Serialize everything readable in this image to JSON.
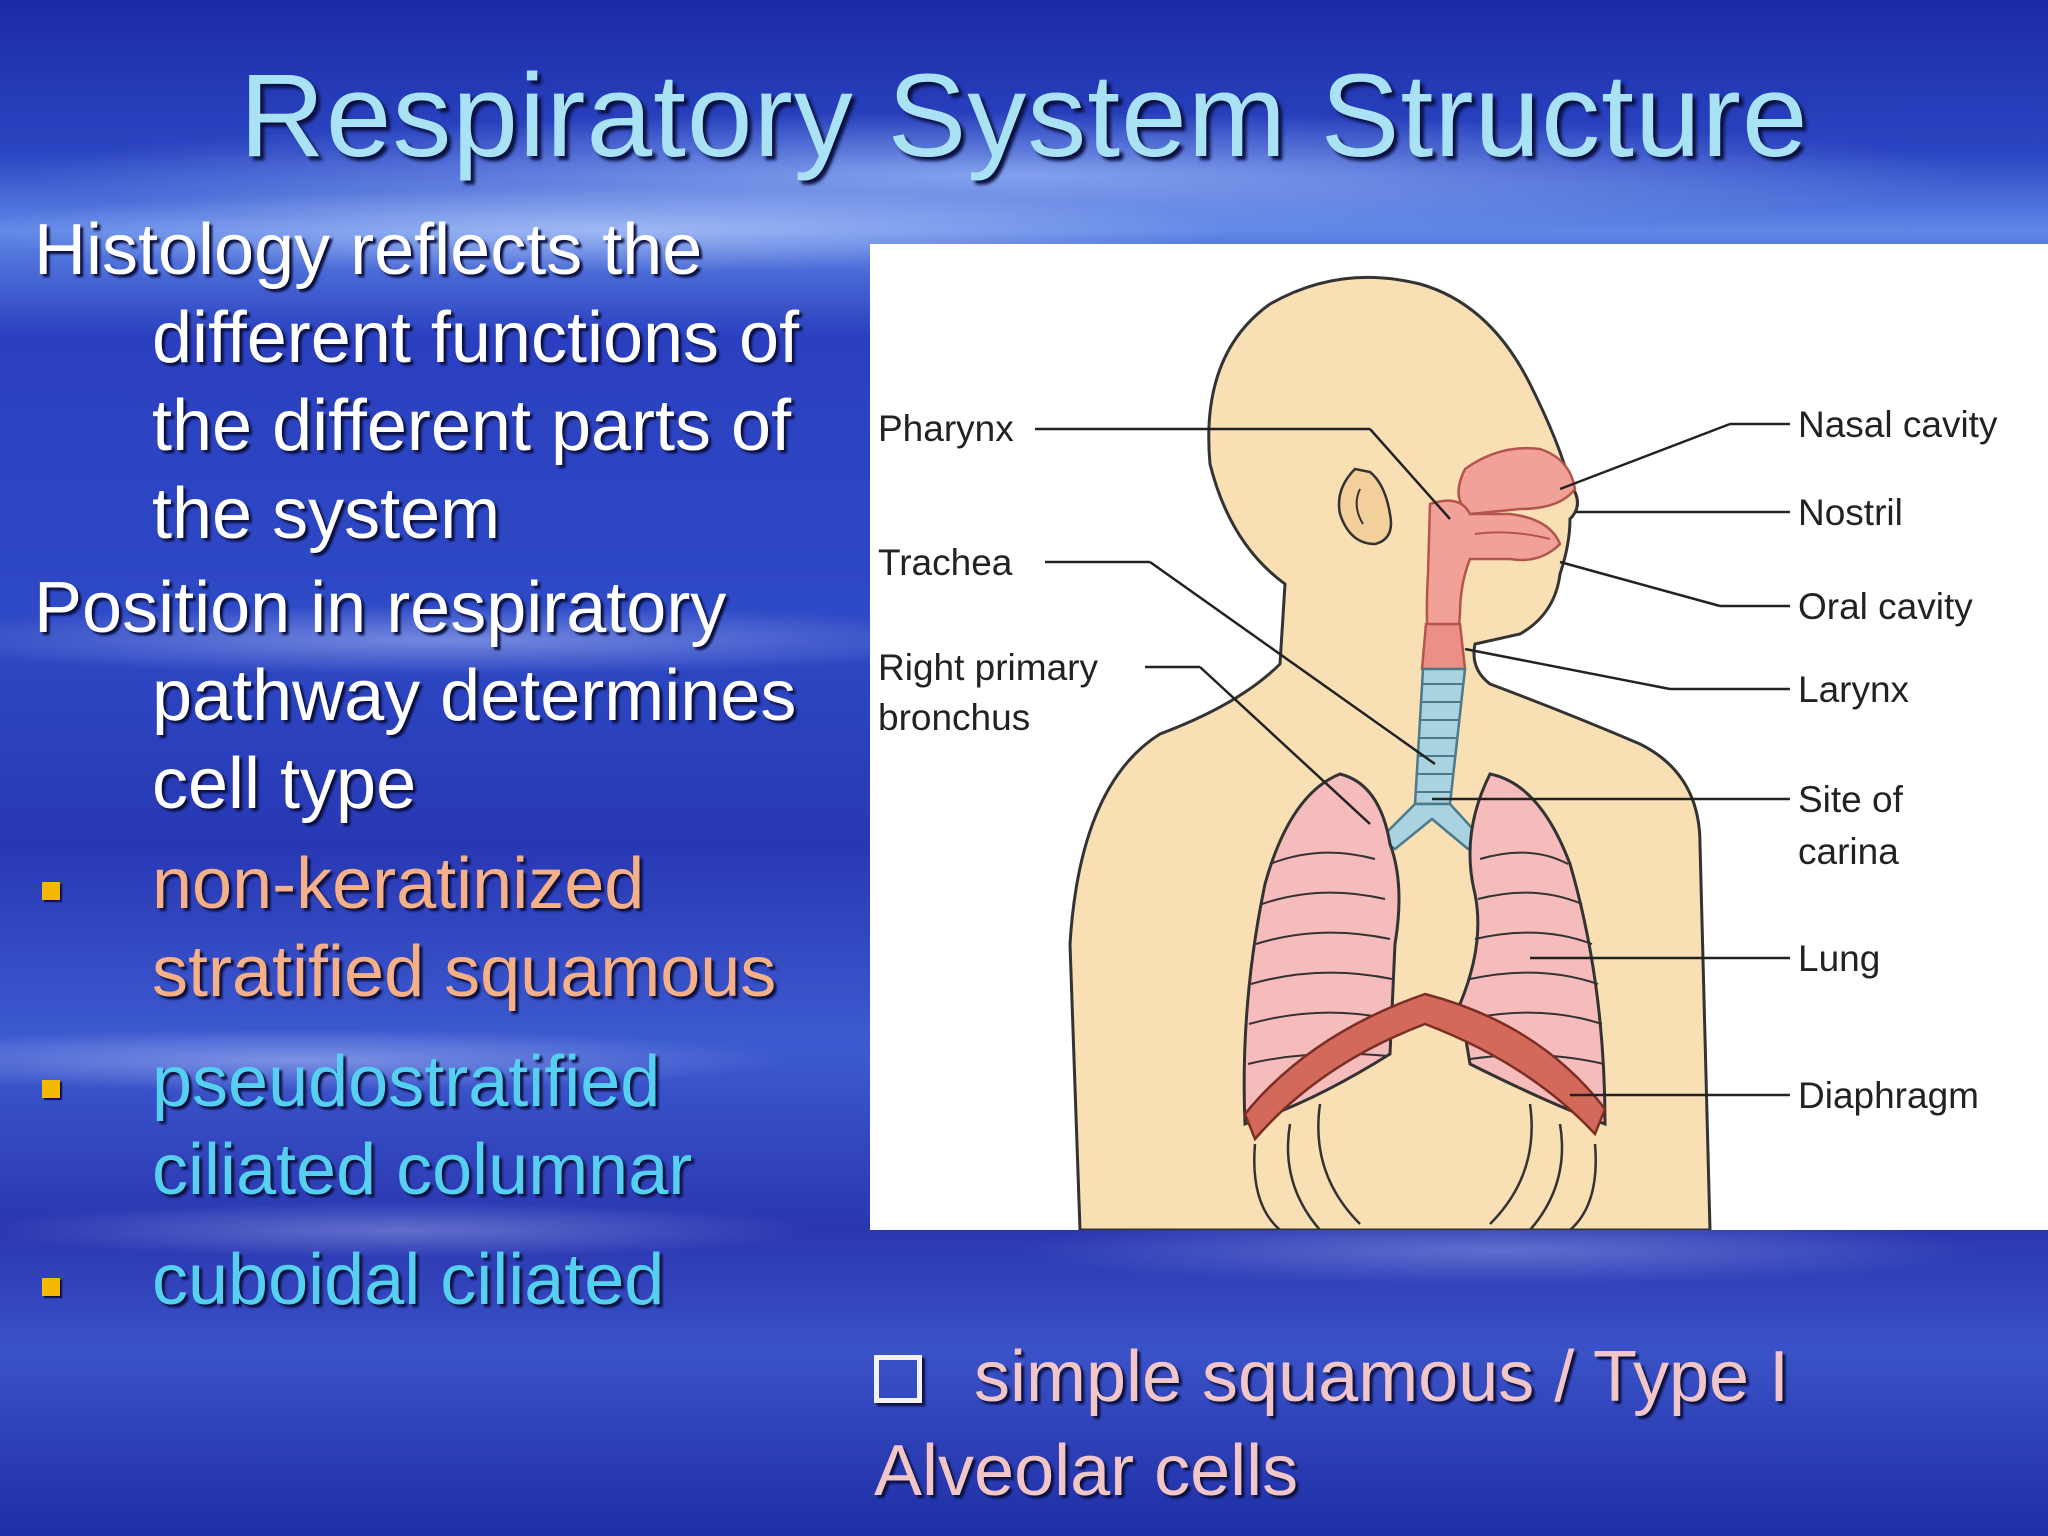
{
  "slide": {
    "title": "Respiratory System Structure",
    "para1": "Histology reflects the different functions of the different parts of the system",
    "para2": "Position in  respiratory pathway determines cell type",
    "bullets": [
      {
        "text": "non-keratinized stratified squamous",
        "color": "#f5b088"
      },
      {
        "text": "pseudostratified ciliated columnar",
        "color": "#55d0f0"
      },
      {
        "text": "cuboidal ciliated",
        "color": "#55d0f0"
      }
    ],
    "bullet_color": "#f5b800",
    "bottom_line1": "simple squamous / Type I",
    "bottom_line2": "Alveolar cells"
  },
  "figure": {
    "labels": {
      "pharynx": "Pharynx",
      "trachea": "Trachea",
      "right_primary": "Right primary",
      "bronchus": "bronchus",
      "nasal_cavity": "Nasal cavity",
      "nostril": "Nostril",
      "oral_cavity": "Oral cavity",
      "larynx": "Larynx",
      "site_of": "Site of",
      "carina": "carina",
      "lung": "Lung",
      "diaphragm": "Diaphragm"
    }
  }
}
